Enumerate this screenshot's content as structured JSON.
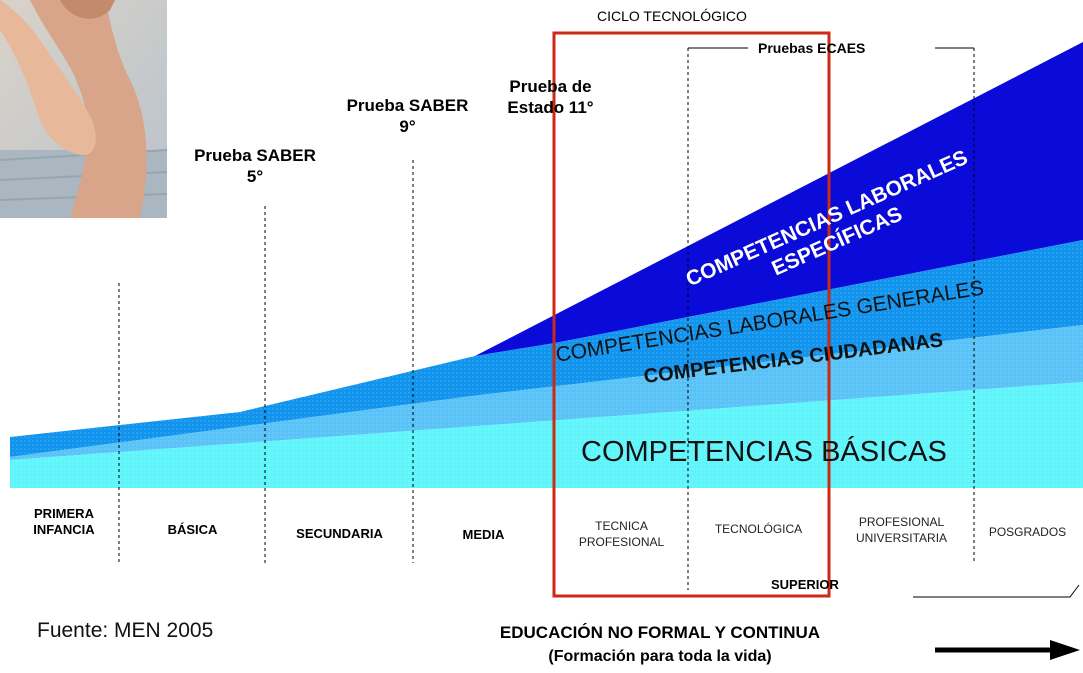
{
  "title": "CICLO TECNOLÓGICO",
  "pruebas_ecaes": "Pruebas ECAES",
  "tests": {
    "saber5": [
      "Prueba SABER",
      "5°"
    ],
    "saber9": [
      "Prueba SABER",
      "9°"
    ],
    "estado11": [
      "Prueba de",
      "Estado 11°"
    ]
  },
  "bands": {
    "basicas": "COMPETENCIAS BÁSICAS",
    "ciudadanas": "COMPETENCIAS CIUDADANAS",
    "generales": "COMPETENCIAS LABORALES GENERALES",
    "especificas": [
      "COMPETENCIAS LABORALES",
      "ESPECÍFICAS"
    ]
  },
  "stages": {
    "primera_infancia": [
      "PRIMERA",
      "INFANCIA"
    ],
    "basica": "BÁSICA",
    "secundaria": "SECUNDARIA",
    "media": "MEDIA",
    "tecnica_profesional": [
      "TECNICA",
      "PROFESIONAL"
    ],
    "tecnologica": "TECNOLÓGICA",
    "profesional_universitaria": [
      "PROFESIONAL",
      "UNIVERSITARIA"
    ],
    "posgrados": "POSGRADOS"
  },
  "superior": "SUPERIOR",
  "source": "Fuente: MEN 2005",
  "footer": {
    "line1": "EDUCACIÓN NO FORMAL Y CONTINUA",
    "line2": "(Formación para toda la vida)"
  },
  "colors": {
    "basicas": "#5ff5fa",
    "ciudadanas": "#59c2f7",
    "generales": "#1194ee",
    "especificas": "#0b0bd9",
    "highlight_box": "#cc2a14"
  }
}
